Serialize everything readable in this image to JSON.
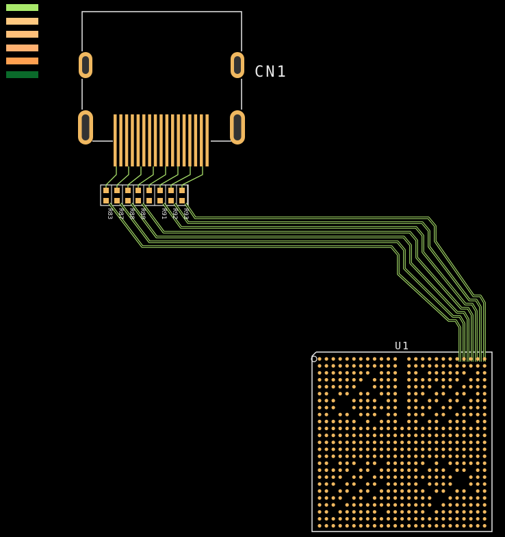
{
  "layers": [
    {
      "name": "layer-1",
      "color": "#a8e86a"
    },
    {
      "name": "layer-2",
      "color": "#ffc880"
    },
    {
      "name": "layer-3",
      "color": "#ffc07a"
    },
    {
      "name": "layer-4",
      "color": "#ffb070"
    },
    {
      "name": "layer-5",
      "color": "#ffa050"
    },
    {
      "name": "layer-6",
      "color": "#0a6a2a"
    }
  ],
  "colors": {
    "trace": "#a8e06a",
    "pad": "#f0b860",
    "silk": "#e8e8e8"
  },
  "connector": {
    "ref": "CN1"
  },
  "chip": {
    "ref": "U1"
  },
  "resistors": [
    "R83",
    "R87",
    "R88",
    "R89",
    "R91",
    "R92",
    "R93"
  ]
}
